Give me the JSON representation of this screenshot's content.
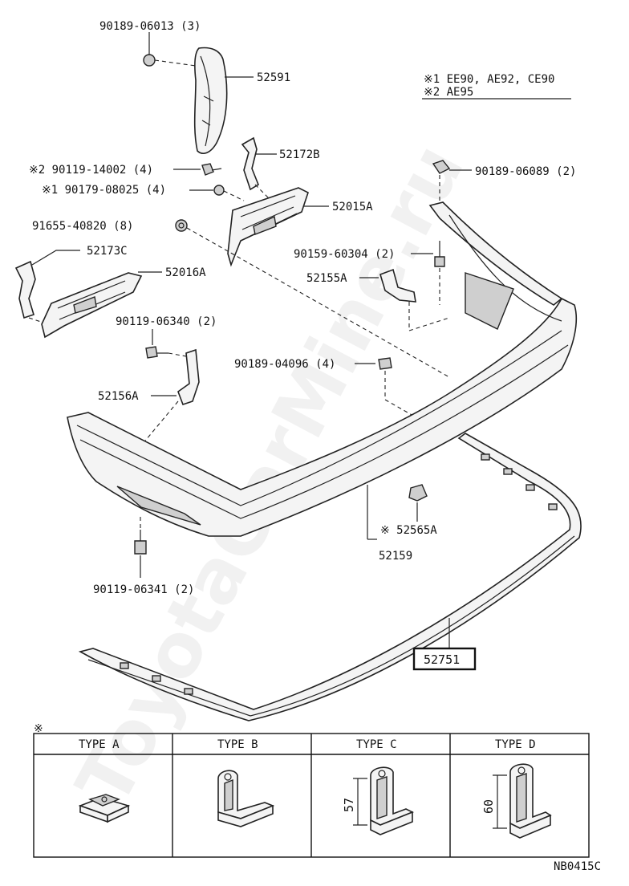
{
  "watermark": "ToyotaCarMine.ru",
  "legend": {
    "line1": "※1 EE90, AE92, CE90",
    "line2": "※2 AE95"
  },
  "callouts": [
    {
      "id": "90189-06013",
      "text": "90189-06013 (3)"
    },
    {
      "id": "52591",
      "text": "52591"
    },
    {
      "id": "52172B",
      "text": "52172B"
    },
    {
      "id": "90119-14002",
      "text": "※2 90119-14002 (4)"
    },
    {
      "id": "90179-08025",
      "text": "※1 90179-08025 (4)"
    },
    {
      "id": "52015A",
      "text": "52015A"
    },
    {
      "id": "91655-40820",
      "text": "91655-40820 (8)"
    },
    {
      "id": "52173C",
      "text": "52173C"
    },
    {
      "id": "52016A",
      "text": "52016A"
    },
    {
      "id": "90119-06340",
      "text": "90119-06340 (2)"
    },
    {
      "id": "52156A",
      "text": "52156A"
    },
    {
      "id": "90189-06089",
      "text": "90189-06089 (2)"
    },
    {
      "id": "90159-60304",
      "text": "90159-60304 (2)"
    },
    {
      "id": "52155A",
      "text": "52155A"
    },
    {
      "id": "90189-04096",
      "text": "90189-04096 (4)"
    },
    {
      "id": "52565A",
      "text": "※ 52565A"
    },
    {
      "id": "52159",
      "text": "52159"
    },
    {
      "id": "90119-06341",
      "text": "90119-06341 (2)"
    },
    {
      "id": "52751",
      "text": "52751"
    }
  ],
  "table": {
    "marker": "※",
    "types": [
      {
        "label": "TYPE A",
        "dimension": ""
      },
      {
        "label": "TYPE B",
        "dimension": ""
      },
      {
        "label": "TYPE C",
        "dimension": "57"
      },
      {
        "label": "TYPE D",
        "dimension": "60"
      }
    ]
  },
  "diagram_code": "NB0415C"
}
